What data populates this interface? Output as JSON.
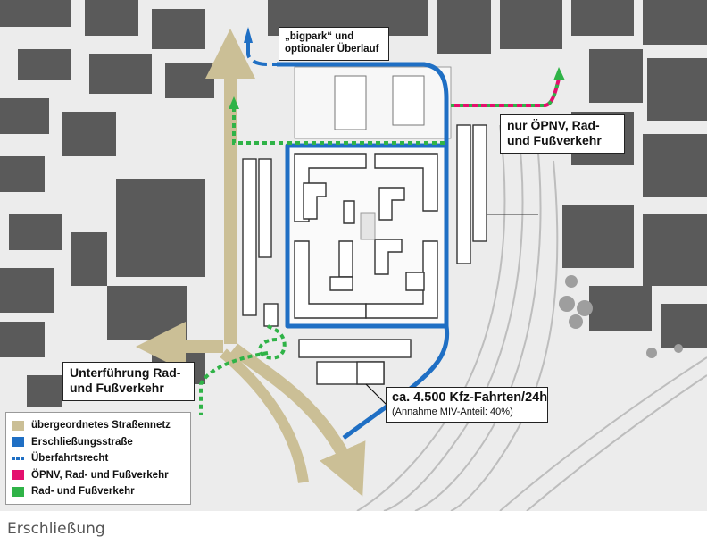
{
  "colors": {
    "main_road": "#cbbf96",
    "access_road": "#1f6fc4",
    "transit": "#e4106e",
    "pedestrian": "#2fb347",
    "building": "#5a5a5a",
    "building_light": "#d9d9d9",
    "rail": "#c8c8c8"
  },
  "callouts": {
    "bigpark": {
      "line1": "„bigpark“ und",
      "line2": "optionaler Überlauf"
    },
    "oepnv": {
      "line1": "nur ÖPNV, Rad-",
      "line2": "und Fußverkehr"
    },
    "underpass": {
      "line1": "Unterführung Rad-",
      "line2": "und Fußverkehr"
    },
    "traffic": {
      "line1": "ca. 4.500 Kfz-Fahrten/24h",
      "line2": "(Annahme MIV-Anteil: 40%)"
    }
  },
  "legend": {
    "items": [
      {
        "label": "übergeordnetes Straßennetz",
        "color": "#cbbf96",
        "style": "solid"
      },
      {
        "label": "Erschließungsstraße",
        "color": "#1f6fc4",
        "style": "solid"
      },
      {
        "label": "Überfahrtsrecht",
        "color": "#1f6fc4",
        "style": "dotted"
      },
      {
        "label": "ÖPNV, Rad- und Fußverkehr",
        "color": "#e4106e",
        "style": "solid"
      },
      {
        "label": "Rad- und Fußverkehr",
        "color": "#2fb347",
        "style": "solid"
      }
    ]
  },
  "caption": "Erschließung"
}
